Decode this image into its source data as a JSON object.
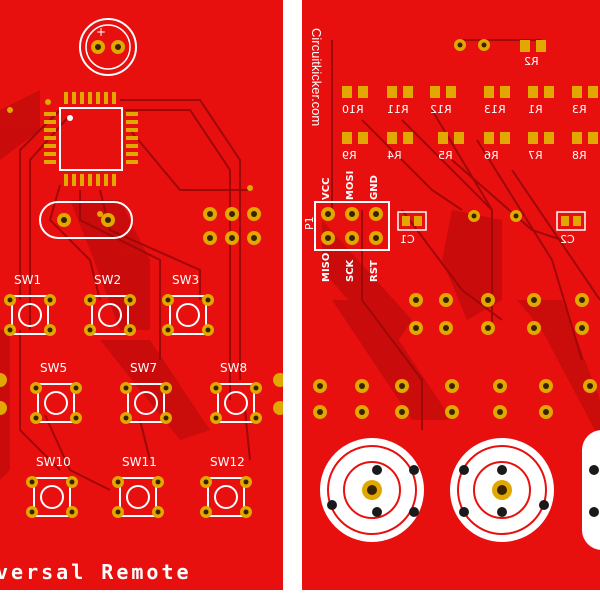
{
  "left_board": {
    "switches": [
      "SW1",
      "SW2",
      "SW3",
      "SW5",
      "SW7",
      "SW8",
      "SW10",
      "SW11",
      "SW12"
    ],
    "footer_text": "versal Remote",
    "polarity_mark": "+"
  },
  "right_board": {
    "site_label": "Circuitkicker.com",
    "resistors_top": [
      "R10",
      "R11",
      "R12",
      "R13",
      "R1",
      "R3"
    ],
    "resistors_bottom": [
      "R9",
      "R4",
      "R5",
      "R6",
      "R7",
      "R8"
    ],
    "resistor_r2": "R2",
    "header_label": "P1",
    "header_pins_top": [
      "VCC",
      "MOSI",
      "GND"
    ],
    "header_pins_bottom": [
      "MISO",
      "SCK",
      "RST"
    ],
    "capacitors": [
      "C1",
      "C2"
    ]
  },
  "colors": {
    "board": "#e8100e",
    "pad": "#e0a800",
    "silk": "#ffffff",
    "trace": "#b80a0a"
  }
}
